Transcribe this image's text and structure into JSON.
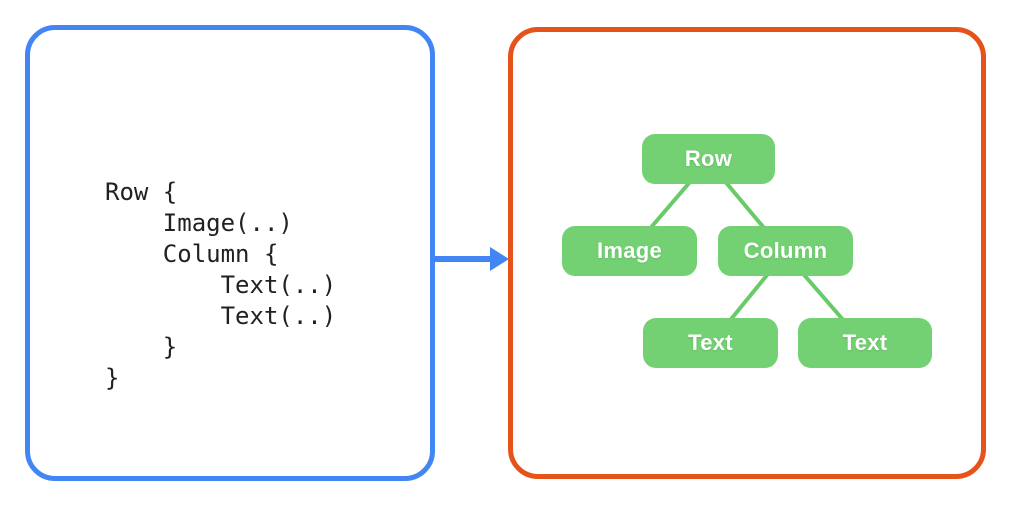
{
  "colors": {
    "box-blue": "#4285F4",
    "box-orange": "#E5531B",
    "node-green": "#73D173",
    "edge-green": "#68CB68",
    "code-text": "#202124",
    "node-text": "#FFFFFF",
    "canvas-bg": "#FFFFFF"
  },
  "code_panel": {
    "lines": [
      "Row {",
      "    Image(..)",
      "    Column {",
      "        Text(..)",
      "        Text(..)",
      "    }",
      "}"
    ]
  },
  "arrow": {
    "direction": "right"
  },
  "tree_panel": {
    "nodes": [
      {
        "id": "row",
        "label": "Row"
      },
      {
        "id": "image",
        "label": "Image"
      },
      {
        "id": "column",
        "label": "Column"
      },
      {
        "id": "text-1",
        "label": "Text"
      },
      {
        "id": "text-2",
        "label": "Text"
      }
    ],
    "edges": [
      {
        "from": "row",
        "to": "image"
      },
      {
        "from": "row",
        "to": "column"
      },
      {
        "from": "column",
        "to": "text-1"
      },
      {
        "from": "column",
        "to": "text-2"
      }
    ]
  }
}
